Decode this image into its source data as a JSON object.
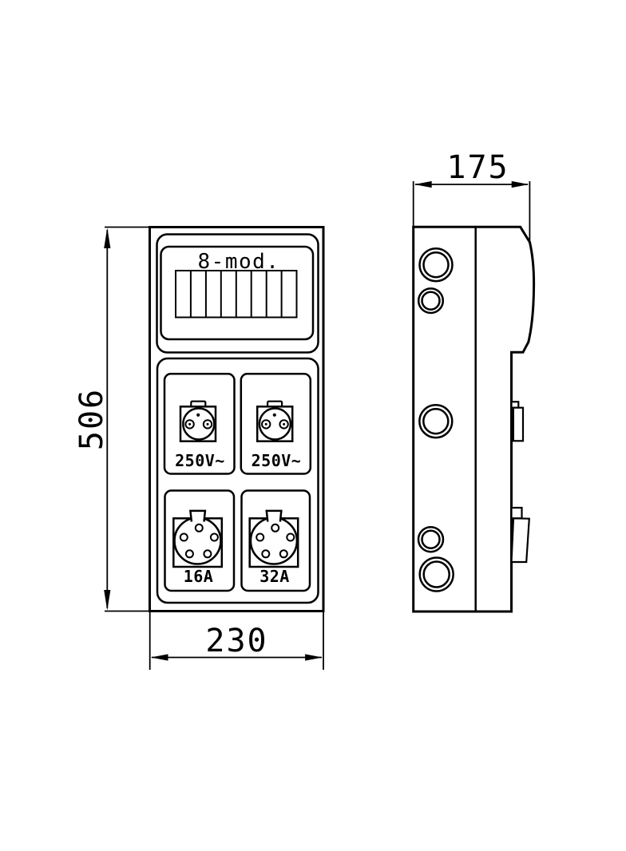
{
  "front_view": {
    "module_panel_label": "8-mod.",
    "module_count": 8,
    "sockets": [
      {
        "label": "250V~",
        "type": "schuko-socket"
      },
      {
        "label": "250V~",
        "type": "schuko-socket"
      },
      {
        "label": "16A",
        "type": "cee-5pin-socket"
      },
      {
        "label": "32A",
        "type": "cee-5pin-socket"
      }
    ]
  },
  "dimensions": {
    "height": "506",
    "width": "230",
    "depth": "175"
  },
  "colors": {
    "line": "#000000",
    "background": "#ffffff"
  }
}
